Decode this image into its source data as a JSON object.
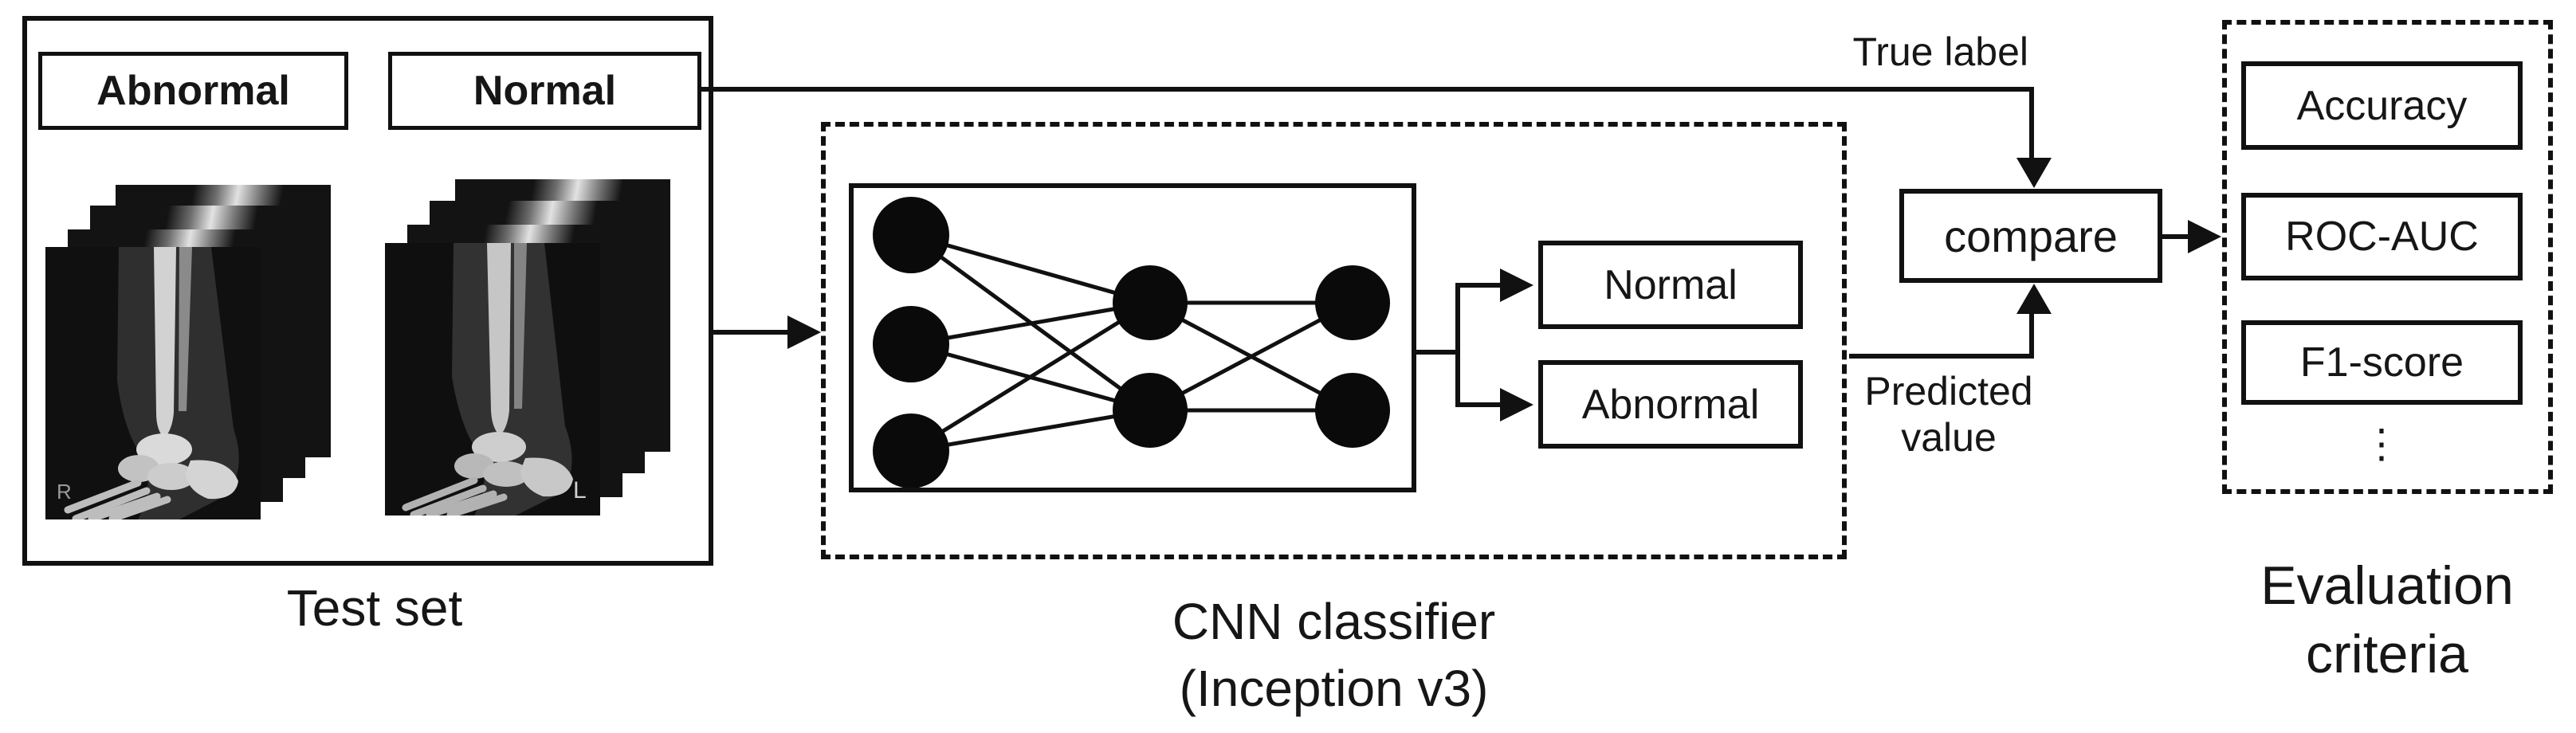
{
  "test_set": {
    "caption": "Test set",
    "abnormal_label": "Abnormal",
    "normal_label": "Normal",
    "marker_right": "R",
    "marker_left": "L"
  },
  "cnn": {
    "caption_line1": "CNN classifier",
    "caption_line2": "(Inception v3)",
    "output_normal": "Normal",
    "output_abnormal": "Abnormal"
  },
  "compare": {
    "label": "compare"
  },
  "flow": {
    "true_label": "True label",
    "predicted_line1": "Predicted",
    "predicted_line2": "value"
  },
  "evaluation": {
    "items": [
      "Accuracy",
      "ROC-AUC",
      "F1-score"
    ],
    "ellipsis": "⋮",
    "caption_line1": "Evaluation",
    "caption_line2": "criteria"
  },
  "colors": {
    "stroke": "#111111",
    "background": "#ffffff",
    "node_fill": "#0a0a0a",
    "xray_background": "#121212",
    "bone": "#cfcfcf"
  }
}
